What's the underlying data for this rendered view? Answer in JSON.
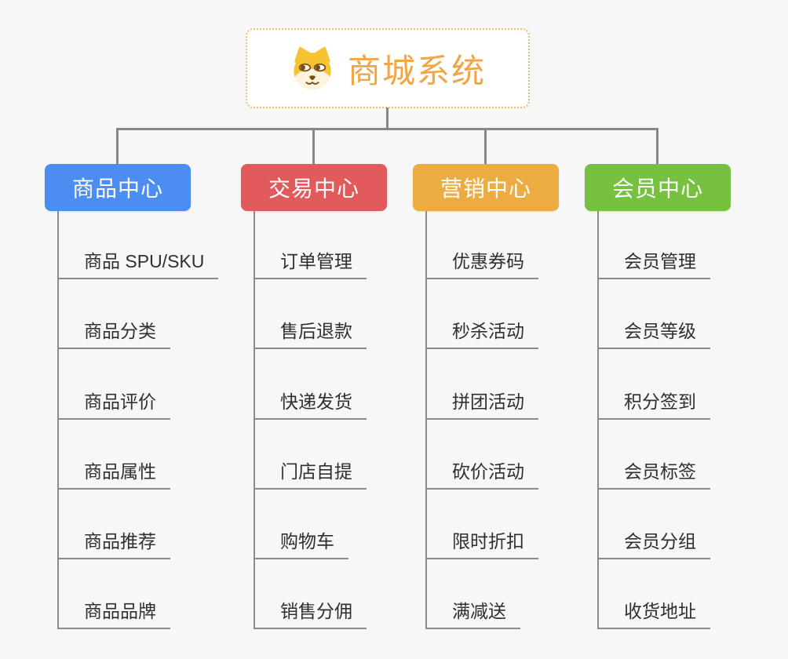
{
  "root": {
    "title": "商城系统",
    "icon": "shiba-dog-icon"
  },
  "colors": {
    "background": "#f7f7f7",
    "connector": "#878787",
    "root_border": "#f2be6b",
    "root_title": "#f0a546",
    "leaf_text": "#2f2f2f",
    "leaf_underline": "#8b8b8b"
  },
  "branches": [
    {
      "label": "商品中心",
      "color": "#4b8df0",
      "items": [
        "商品 SPU/SKU",
        "商品分类",
        "商品评价",
        "商品属性",
        "商品推荐",
        "商品品牌"
      ]
    },
    {
      "label": "交易中心",
      "color": "#e15b5d",
      "items": [
        "订单管理",
        "售后退款",
        "快递发货",
        "门店自提",
        "购物车",
        "销售分佣"
      ]
    },
    {
      "label": "营销中心",
      "color": "#ebac42",
      "items": [
        "优惠券码",
        "秒杀活动",
        "拼团活动",
        "砍价活动",
        "限时折扣",
        "满减送"
      ]
    },
    {
      "label": "会员中心",
      "color": "#76c13f",
      "items": [
        "会员管理",
        "会员等级",
        "积分签到",
        "会员标签",
        "会员分组",
        "收货地址"
      ]
    }
  ]
}
